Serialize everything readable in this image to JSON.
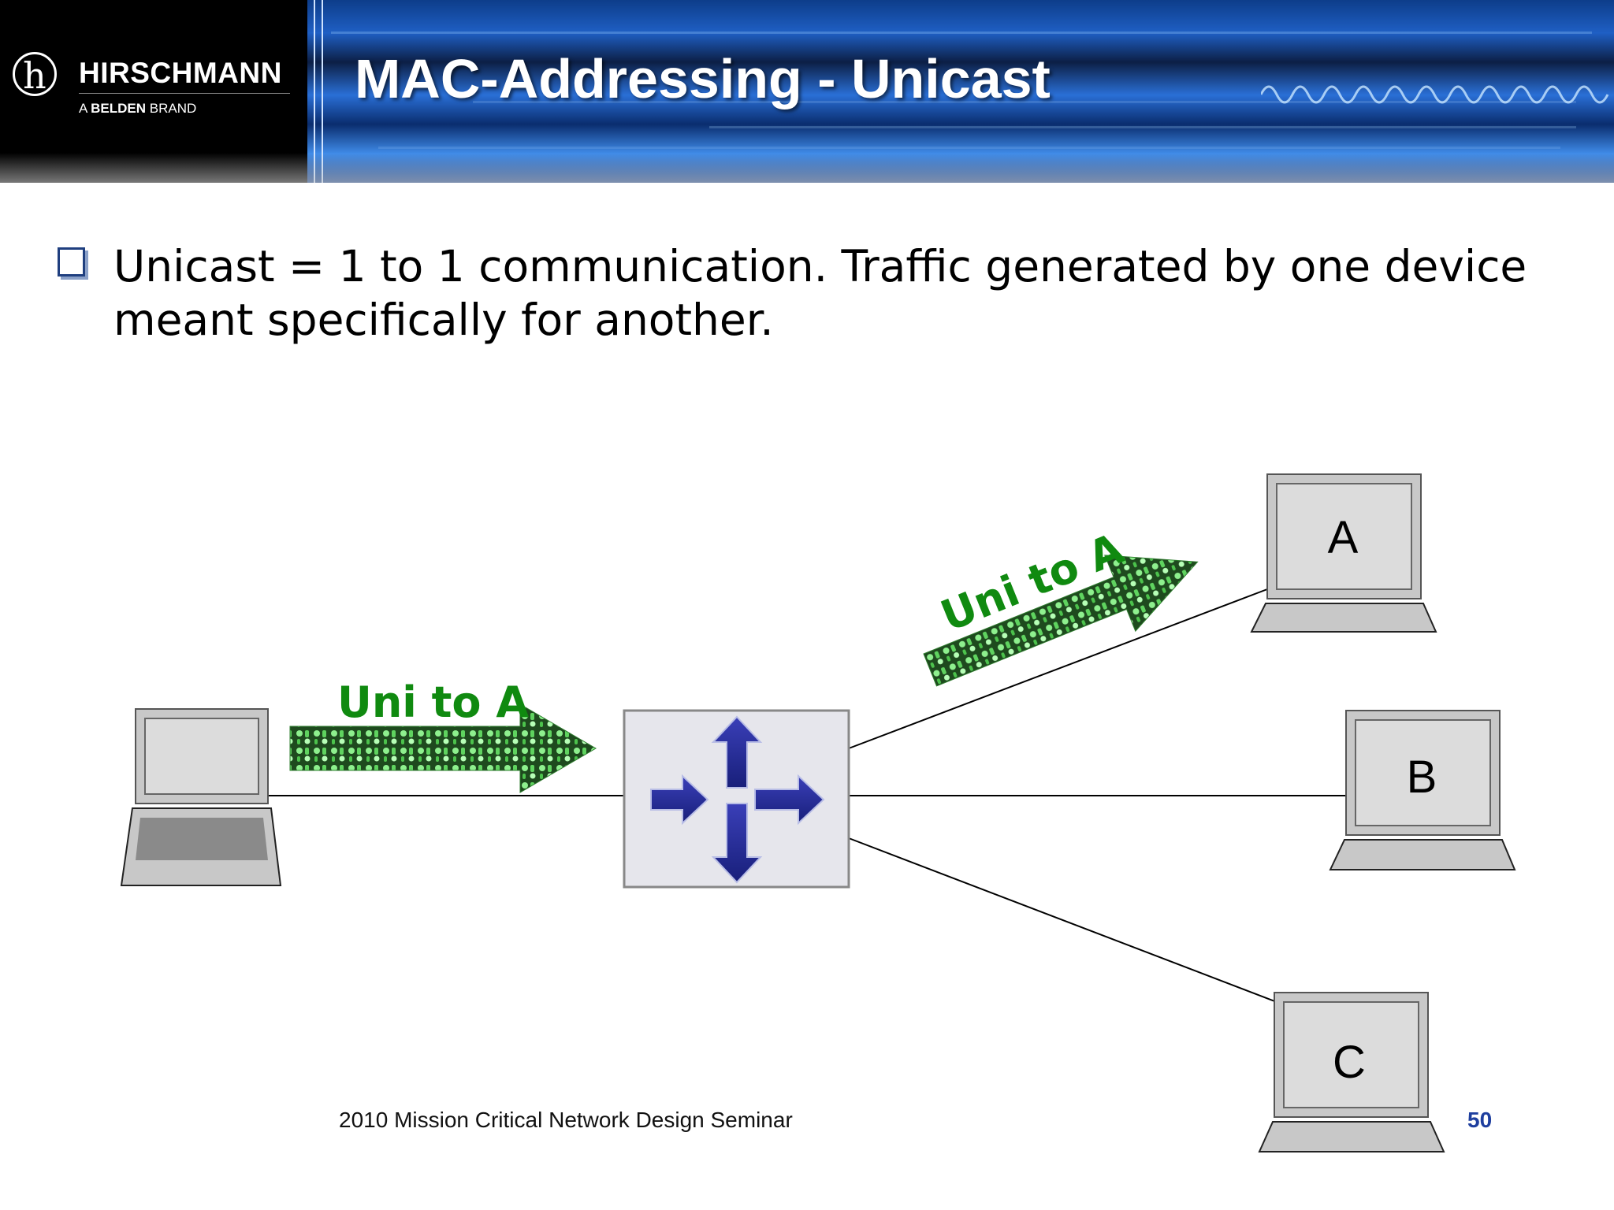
{
  "header": {
    "logo_mark": "h",
    "logo_name": "HIRSCHMANN",
    "logo_sub_prefix": "A ",
    "logo_sub_brand": "BELDEN",
    "logo_sub_suffix": " BRAND",
    "title": "MAC-Addressing - Unicast"
  },
  "bullet": {
    "text": "Unicast = 1 to 1 communication. Traffic generated by one device meant specifically for another."
  },
  "diagram": {
    "flow_label_1": "Uni to A",
    "flow_label_2": "Uni to A",
    "nodes": {
      "a": "A",
      "b": "B",
      "c": "C"
    },
    "colors": {
      "switch_arrows": "#1f2a8f",
      "flow_green": "#108a10",
      "device_grey": "#c8c8c8"
    }
  },
  "footer": {
    "seminar": "2010 Mission Critical Network Design Seminar",
    "page_number": "50"
  }
}
